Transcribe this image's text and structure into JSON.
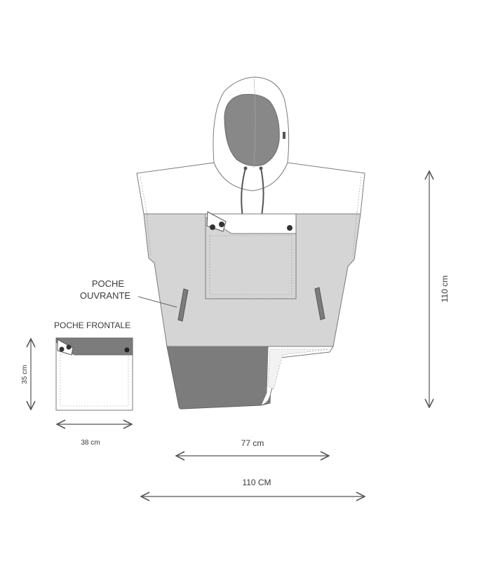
{
  "labels": {
    "poche_ouvrante_line1": "POCHE",
    "poche_ouvrante_line2": "OUVRANTE",
    "poche_frontale": "POCHE FRONTALE",
    "pocket_height": "35 cm",
    "pocket_width": "38 cm",
    "body_height": "110 cm",
    "body_width": "77 cm",
    "total_width": "110 CM"
  },
  "colors": {
    "outline": "#7a7a7a",
    "line": "#4a4a4a",
    "light_gray": "#d5d5d5",
    "dark_gray": "#7c7c7c",
    "hood_inner": "#888888",
    "white": "#ffffff",
    "text": "#3a3a3a"
  },
  "icons": {
    "arrow": "double-headed-arrow",
    "snap_button": "snap-button-dot"
  }
}
